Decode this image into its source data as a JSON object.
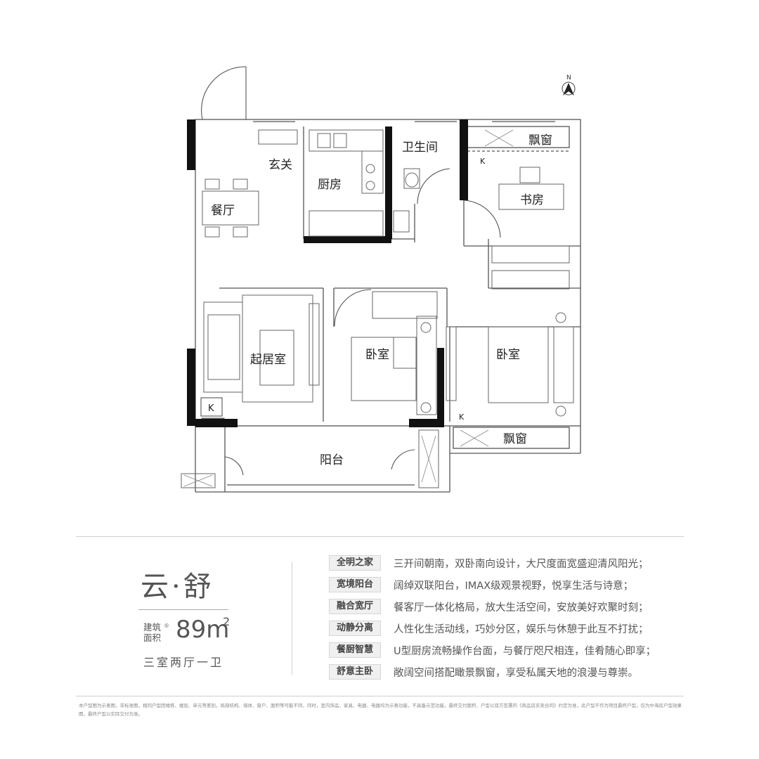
{
  "plan": {
    "north_label": "N",
    "rooms": {
      "entrance": "玄关",
      "dining": "餐厅",
      "kitchen": "厨房",
      "bathroom": "卫生间",
      "bay_window_top": "飘窗",
      "study": "书房",
      "living": "起居室",
      "bedroom_left": "卧室",
      "bedroom_right": "卧室",
      "bay_window_bottom": "飘窗",
      "balcony": "阳台"
    },
    "markers": {
      "k": "K"
    }
  },
  "unit": {
    "name": "云·舒",
    "area_label": "建筑面积",
    "area_reg": "®",
    "area_value": "89m",
    "area_unit_sup": "2",
    "layout": "三室两厅一卫"
  },
  "features": [
    {
      "tag": "全明之家",
      "text": "三开间朝南，双卧南向设计，大尺度面宽盛迎清风阳光；"
    },
    {
      "tag": "宽境阳台",
      "text": "阔绰双联阳台，IMAX级观景视野，悦享生活与诗意；"
    },
    {
      "tag": "融合宽厅",
      "text": "餐客厅一体化格局，放大生活空间，安放美好欢聚时刻；"
    },
    {
      "tag": "动静分离",
      "text": "人性化生活动线，巧妙分区，娱乐与休憩于此互不打扰；"
    },
    {
      "tag": "餐厨智慧",
      "text": "U型厨房流畅操作台面，与餐厅咫尺相连，佳肴随心即享；"
    },
    {
      "tag": "舒意主卧",
      "text": "敞阔空间搭配瞰景飘窗，享受私属天地的浪漫与尊崇。"
    }
  ],
  "disclaimer": "本户型图为示意图，非标准图，相同户型因楼栋、楼层、单元等差别，局部结构、墙体、窗户、面积等可能不同，同时，室内饰品、家具、电器、电器均为示意功能，不具备示范功能，最终交付面积、户型以双方签署的《商品房买卖合同》约定为准，此户型不作为项目最终户型，仅为中海房户型效果图，最终户型以实际交付为准。"
}
